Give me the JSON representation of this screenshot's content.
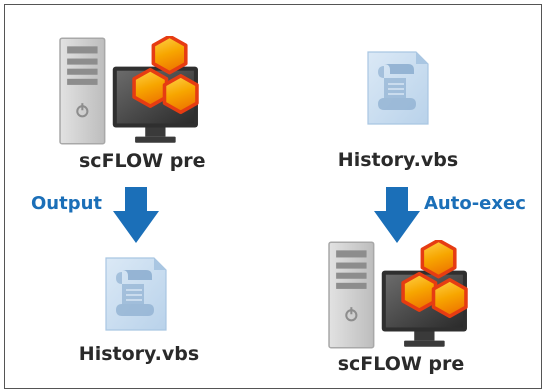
{
  "diagram": {
    "left": {
      "source_label": "scFLOW pre",
      "action_label": "Output",
      "target_label": "History.vbs"
    },
    "right": {
      "source_label": "History.vbs",
      "action_label": "Auto-exec",
      "target_label": "scFLOW pre"
    }
  },
  "colors": {
    "arrow": "#1b6fb8",
    "action_text": "#1b6fb8",
    "hex_orange": "#f7a600",
    "hex_red": "#e63c12",
    "monitor": "#3a3a3a",
    "tower": "#cfcfcf",
    "document": "#cfe1f1"
  },
  "icons": {
    "workstation": "computer-workstation-icon",
    "script_file": "script-document-icon"
  }
}
